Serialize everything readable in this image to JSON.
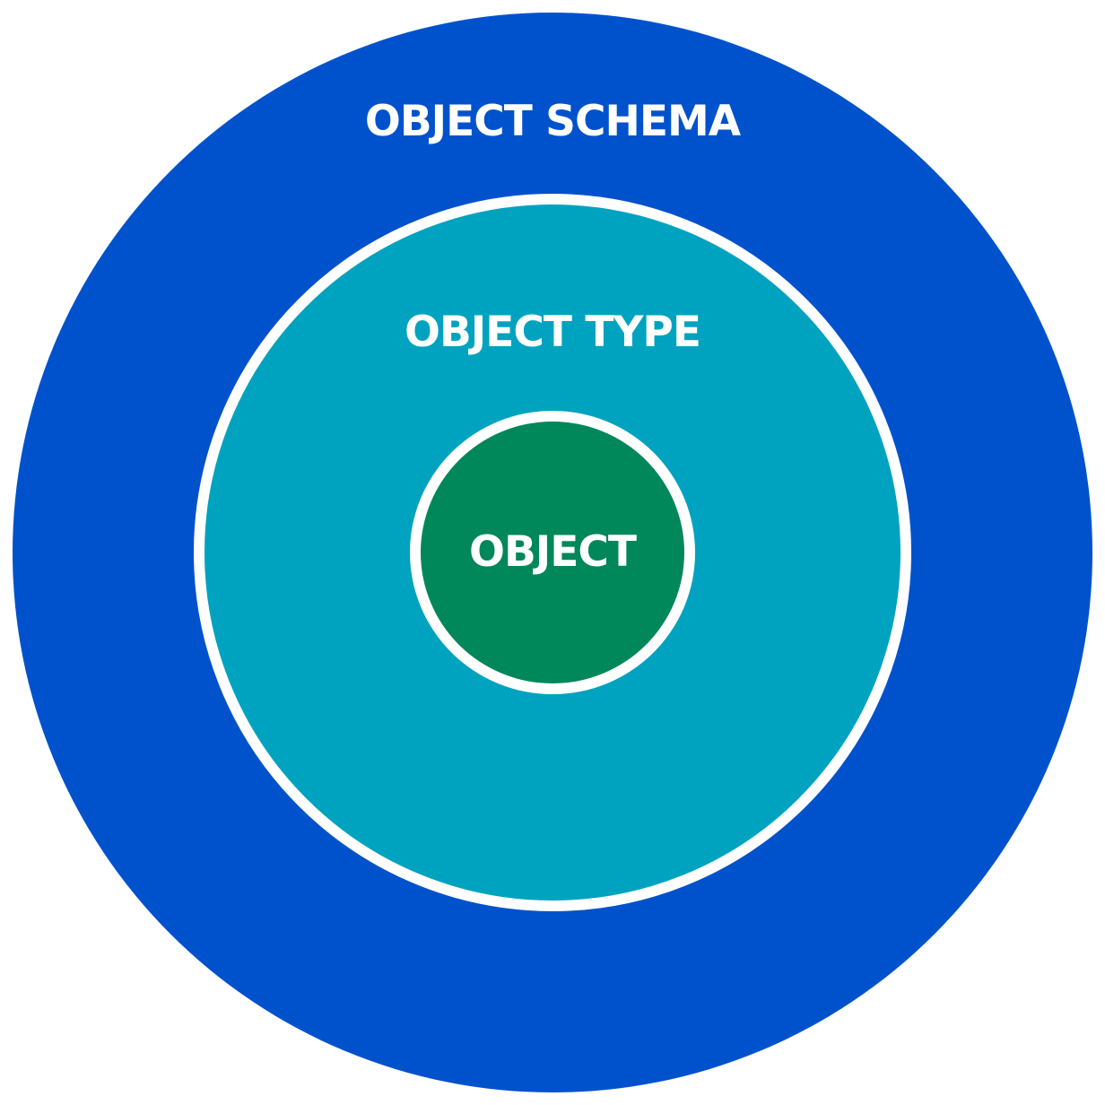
{
  "diagram": {
    "layers": [
      {
        "label": "OBJECT SCHEMA",
        "color": "#0052CC"
      },
      {
        "label": "OBJECT TYPE",
        "color": "#00A3BF"
      },
      {
        "label": "OBJECT",
        "color": "#00875A"
      }
    ],
    "border_color": "#FFFFFF",
    "text_color": "#FFFFFF"
  }
}
